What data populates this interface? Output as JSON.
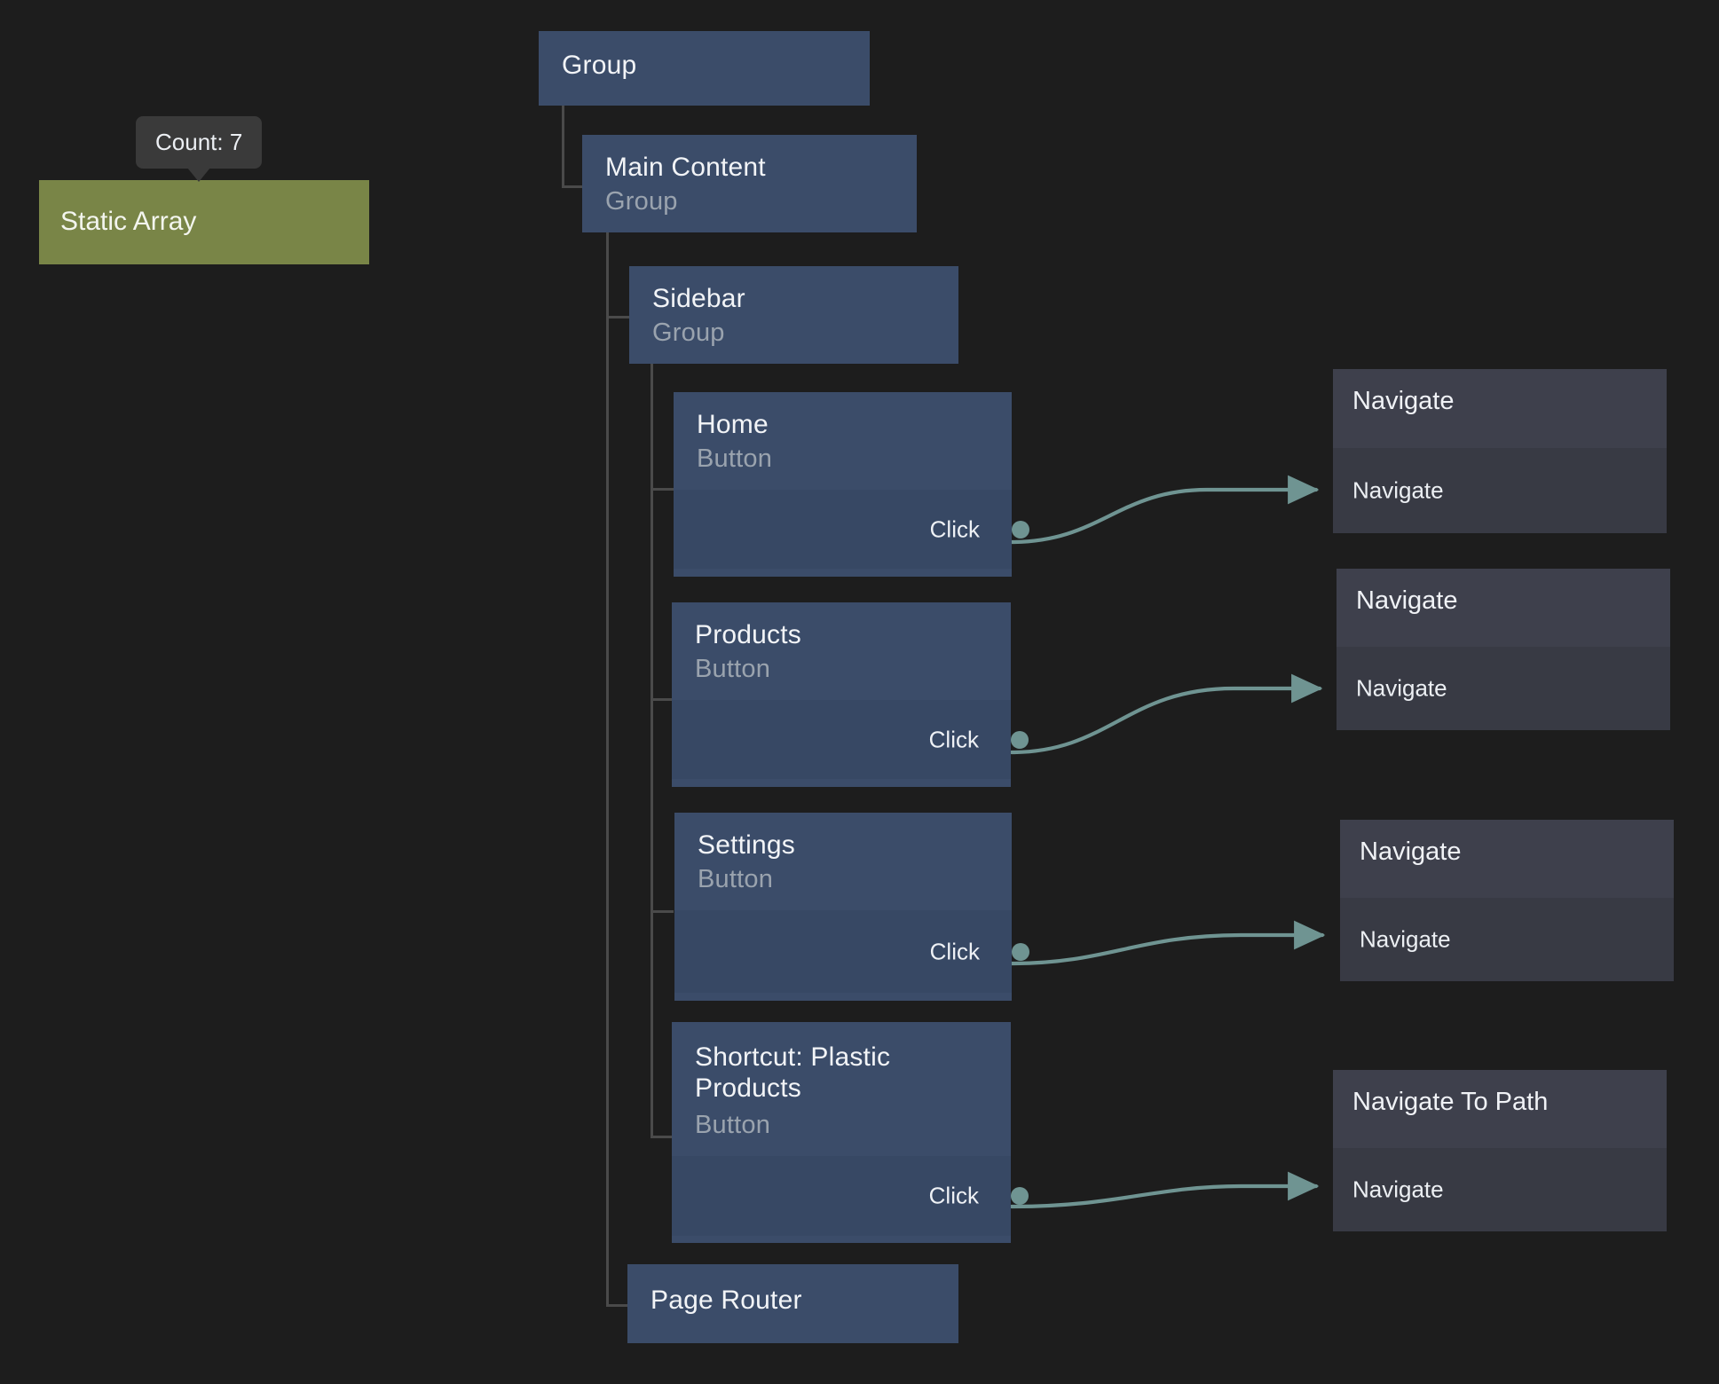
{
  "canvas": {
    "background": "#1d1d1d",
    "node_blue": "#3b4c69",
    "node_blue_body": "#374864",
    "node_green": "#798547",
    "action_header": "#3e404c",
    "action_body": "#383a44",
    "edge_color": "#6f9492",
    "tree_line_color": "#4a4a4a"
  },
  "tooltip": {
    "text": "Count: 7"
  },
  "static_node": {
    "title": "Static Array"
  },
  "tree": {
    "nodes": [
      {
        "id": "group",
        "title": "Group",
        "subtitle": ""
      },
      {
        "id": "main-content",
        "title": "Main Content",
        "subtitle": "Group"
      },
      {
        "id": "sidebar",
        "title": "Sidebar",
        "subtitle": "Group"
      },
      {
        "id": "home",
        "title": "Home",
        "subtitle": "Button",
        "port": "Click"
      },
      {
        "id": "products",
        "title": "Products",
        "subtitle": "Button",
        "port": "Click"
      },
      {
        "id": "settings",
        "title": "Settings",
        "subtitle": "Button",
        "port": "Click"
      },
      {
        "id": "shortcut",
        "title": "Shortcut: Plastic\nProducts",
        "subtitle": "Button",
        "port": "Click"
      },
      {
        "id": "page-router",
        "title": "Page Router",
        "subtitle": ""
      }
    ]
  },
  "actions": [
    {
      "id": "navigate-1",
      "title": "Navigate",
      "port": "Navigate"
    },
    {
      "id": "navigate-2",
      "title": "Navigate",
      "port": "Navigate"
    },
    {
      "id": "navigate-3",
      "title": "Navigate",
      "port": "Navigate"
    },
    {
      "id": "navigate-4",
      "title": "Navigate To Path",
      "port": "Navigate"
    }
  ]
}
